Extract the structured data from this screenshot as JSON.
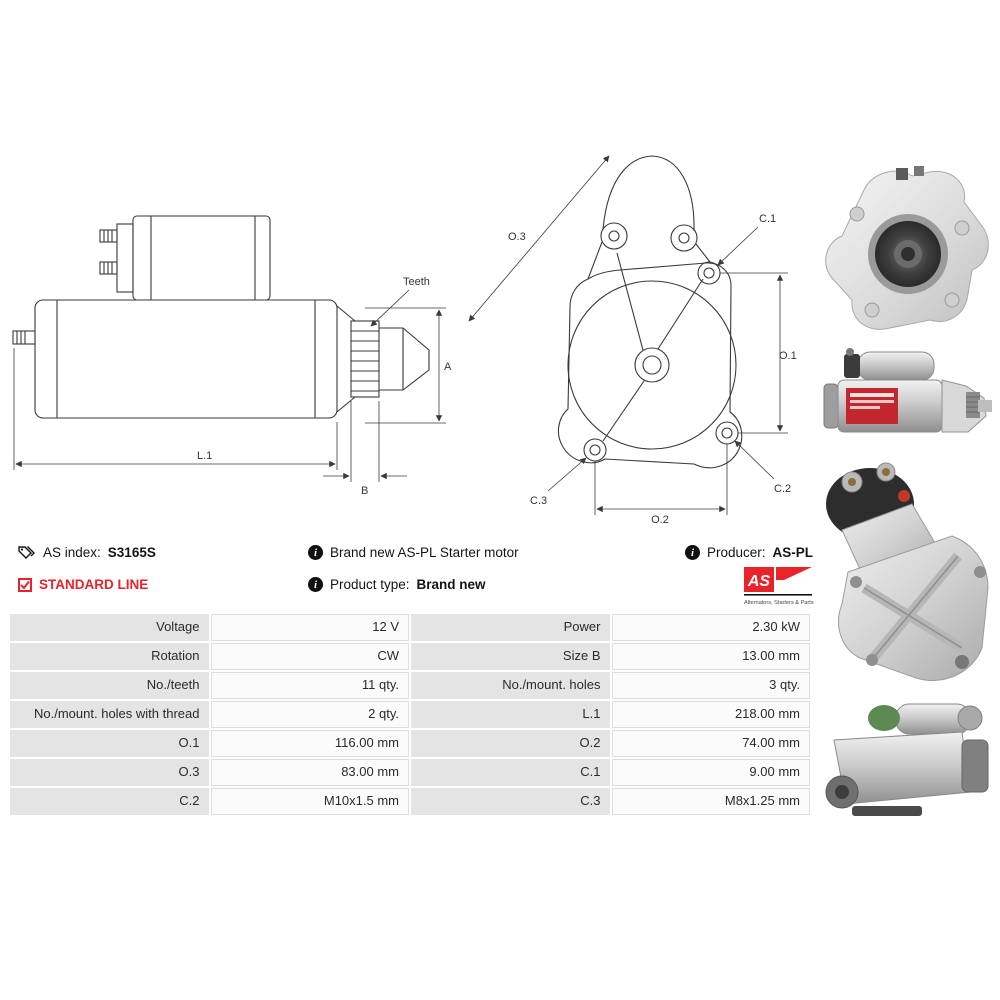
{
  "info": {
    "as_index_label": "AS index:",
    "as_index_value": "S3165S",
    "standard_line_label": "STANDARD LINE",
    "description": "Brand new AS-PL Starter motor",
    "product_type_label": "Product type:",
    "product_type_value": "Brand new",
    "producer_label": "Producer:",
    "producer_value": "AS-PL",
    "info_icon_glyph": "i"
  },
  "logo": {
    "text": "AS",
    "tagline": "Alternators, Starters & Parts"
  },
  "drawing_labels": {
    "teeth": "Teeth",
    "a": "A",
    "l1": "L.1",
    "b": "B",
    "o3": "O.3",
    "c1": "C.1",
    "o1": "O.1",
    "c3": "C.3",
    "o2": "O.2",
    "c2": "C.2"
  },
  "spec_table": {
    "rows": [
      {
        "label_left": "Voltage",
        "value_left": "12 V",
        "label_right": "Power",
        "value_right": "2.30 kW"
      },
      {
        "label_left": "Rotation",
        "value_left": "CW",
        "label_right": "Size B",
        "value_right": "13.00 mm"
      },
      {
        "label_left": "No./teeth",
        "value_left": "11 qty.",
        "label_right": "No./mount. holes",
        "value_right": "3 qty."
      },
      {
        "label_left": "No./mount. holes with thread",
        "value_left": "2 qty.",
        "label_right": "L.1",
        "value_right": "218.00 mm"
      },
      {
        "label_left": "O.1",
        "value_left": "116.00 mm",
        "label_right": "O.2",
        "value_right": "74.00 mm"
      },
      {
        "label_left": "O.3",
        "value_left": "83.00 mm",
        "label_right": "C.1",
        "value_right": "9.00 mm"
      },
      {
        "label_left": "C.2",
        "value_left": "M10x1.5 mm",
        "label_right": "C.3",
        "value_right": "M8x1.25 mm"
      }
    ]
  },
  "colors": {
    "accent_red": "#e8232a",
    "label_cell_bg": "#e4e4e4",
    "value_cell_bg": "#fbfbfb",
    "line_color": "#3a3a3a"
  }
}
